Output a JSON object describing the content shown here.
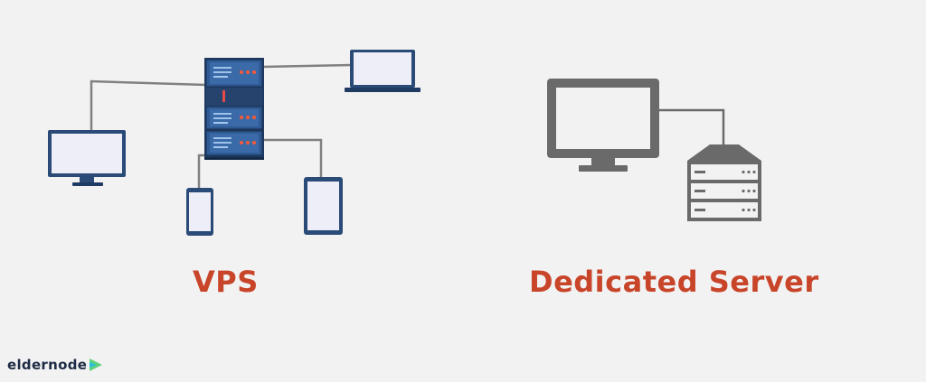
{
  "labels": {
    "vps": "VPS",
    "dedicated": "Dedicated Server"
  },
  "logo": {
    "text": "eldernode",
    "mark": "play-arrow-logo-mark"
  },
  "colors": {
    "background": "#f2f2f2",
    "label_text": "#c8452a",
    "vps_devices": "#2a4a78",
    "device_screen": "#eeeef8",
    "dedicated_devices": "#6a6a6a",
    "connection_line": "#808080",
    "logo_green": "#5fd17a",
    "logo_teal": "#2bbfd9"
  },
  "icons": {
    "vps_server": "server-rack-icon",
    "laptop": "laptop-icon",
    "desktop_monitor": "desktop-monitor-icon",
    "phone": "smartphone-icon",
    "tablet": "tablet-icon",
    "dedicated_monitor": "monitor-icon",
    "dedicated_server": "server-icon"
  }
}
